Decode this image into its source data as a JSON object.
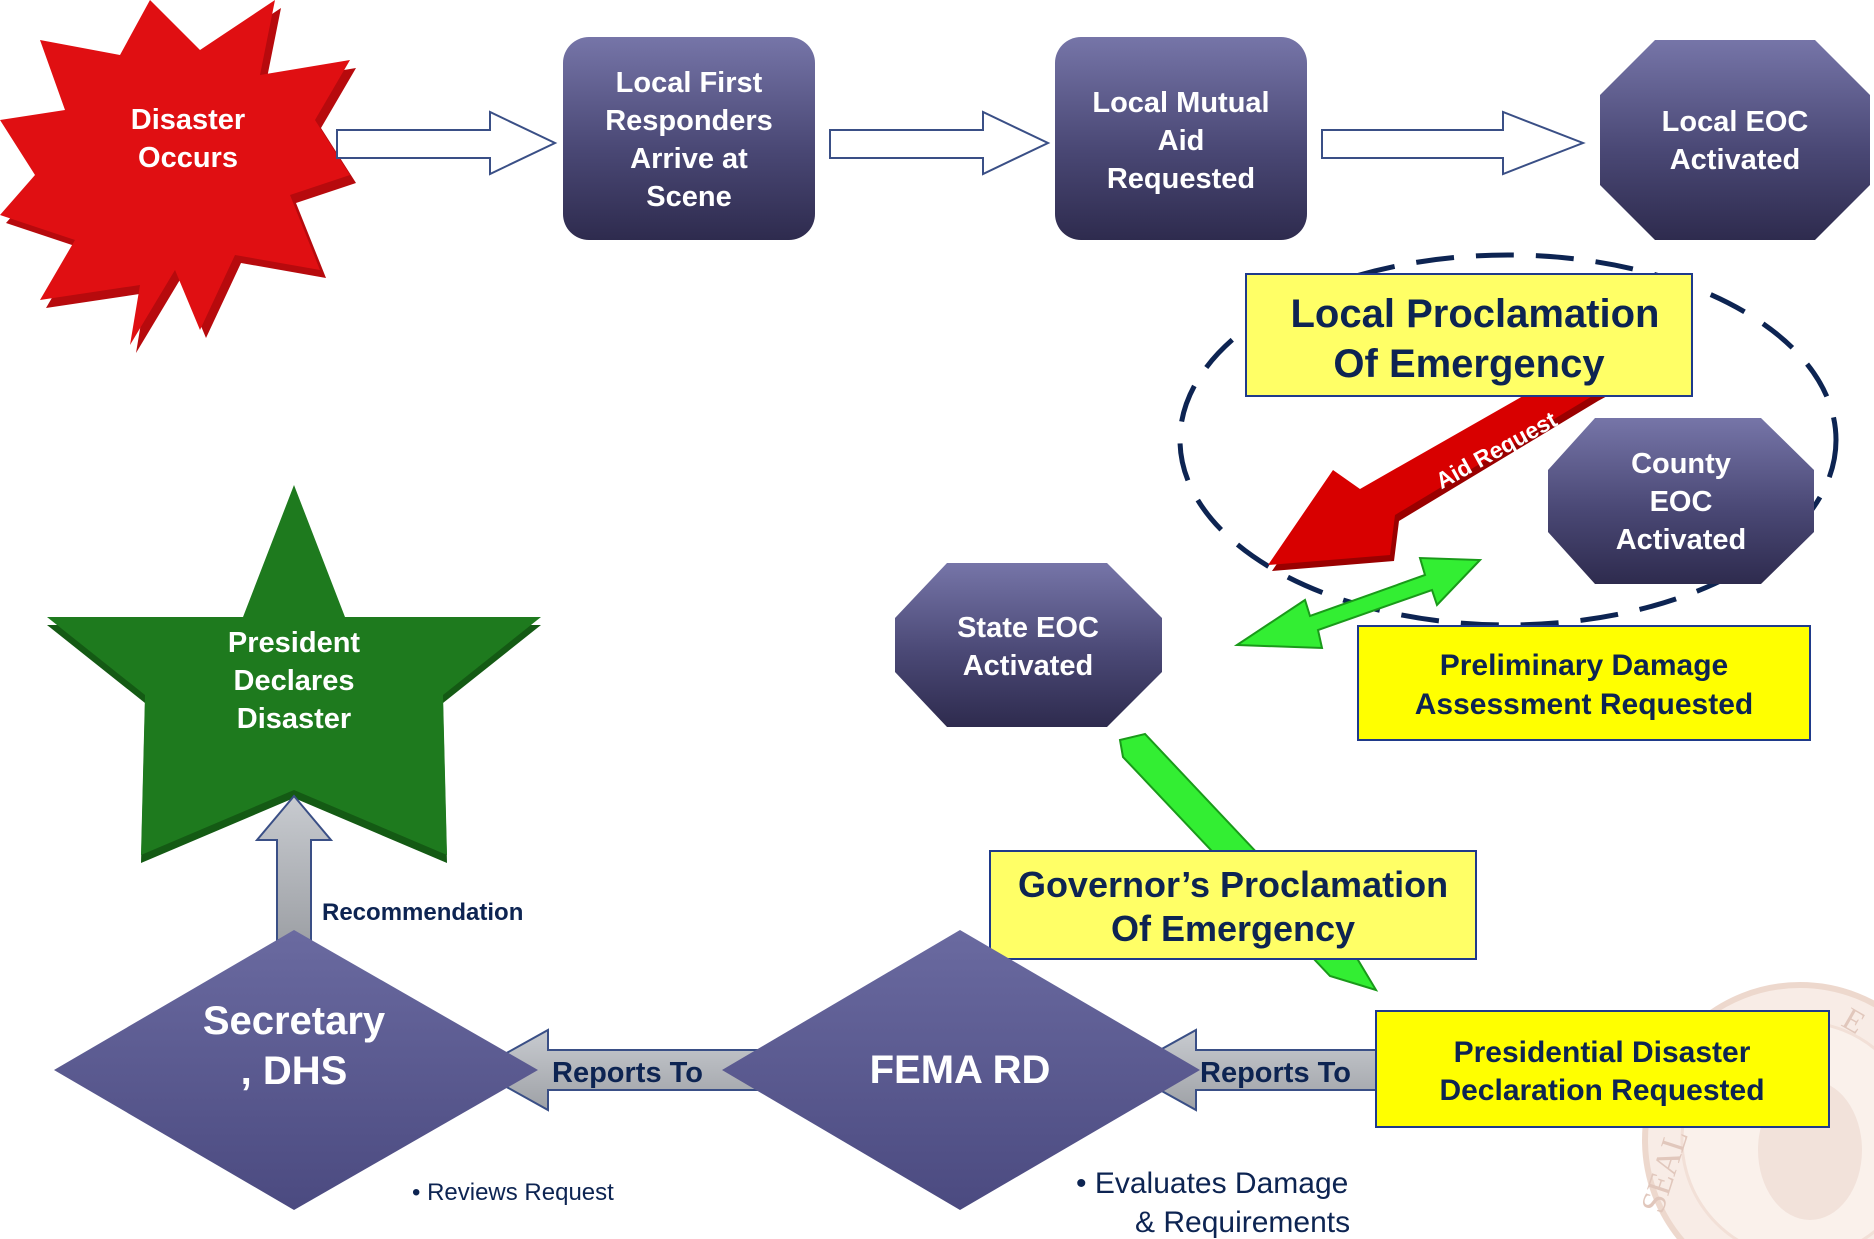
{
  "nodes": {
    "disaster": [
      "Disaster",
      "Occurs"
    ],
    "local_first": [
      "Local First",
      "Responders",
      "Arrive at",
      "Scene"
    ],
    "mutual_aid": [
      "Local Mutual",
      "Aid",
      "Requested"
    ],
    "local_eoc": [
      "Local EOC",
      "Activated"
    ],
    "county_eoc": [
      "County",
      "EOC",
      "Activated"
    ],
    "state_eoc": [
      "State EOC",
      "Activated"
    ],
    "president": [
      "President",
      "Declares",
      "Disaster"
    ],
    "secretary": [
      "Secretary",
      ", DHS"
    ],
    "fema": [
      "FEMA RD"
    ]
  },
  "callouts": {
    "local_proclamation": [
      "Local Proclamation",
      "Of Emergency"
    ],
    "preliminary": [
      "Preliminary Damage",
      "Assessment Requested"
    ],
    "governor": [
      "Governor’s Proclamation",
      "Of Emergency"
    ],
    "presidential_request": [
      "Presidential Disaster",
      "Declaration Requested"
    ]
  },
  "arrow_labels": {
    "aid_request": "Aid Request",
    "reports_to_fema": "Reports To",
    "reports_to_dhs": "Reports To",
    "recommendation": "Recommendation"
  },
  "notes": {
    "reviews": "• Reviews Request",
    "evaluates": [
      "• Evaluates Damage",
      "& Requirements"
    ]
  },
  "seal": {
    "visible_letters": [
      "SEAL",
      "E"
    ]
  },
  "colors": {
    "node_fill_top": "#6e6f9e",
    "node_fill_bottom": "#35325a",
    "callout_yellow": "#ffff66",
    "callout_bright_yellow": "#ffff00",
    "callout_border": "#1f3a8a",
    "title_text": "#0d2452",
    "star_red": "#e00f12",
    "star_green": "#1e7a1e",
    "arrow_red": "#d80000",
    "arrow_green": "#33ee33",
    "arrow_gray": "#b0b3b8"
  }
}
